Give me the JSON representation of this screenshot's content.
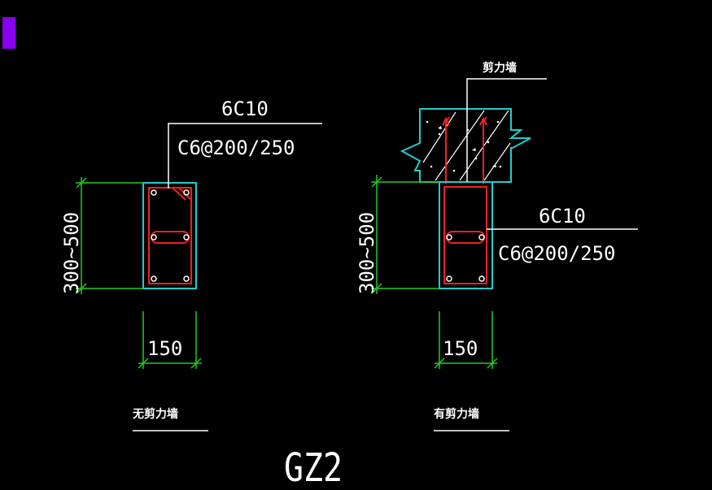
{
  "drawing": {
    "title": "GZ2",
    "colors": {
      "background": "#000000",
      "leader": "#ffffff",
      "dimension": "#22cc22",
      "concrete_outline": "#22cccc",
      "rebar": "#ee2222",
      "indicator": "#8800ee"
    },
    "left_detail": {
      "label": "无剪力墙",
      "rebar_main": "6C10",
      "rebar_stirrup": "C6@200/250",
      "dim_height": "300~500",
      "dim_width": "150"
    },
    "right_detail": {
      "label": "有剪力墙",
      "wall_label": "剪力墙",
      "rebar_main": "6C10",
      "rebar_stirrup": "C6@200/250",
      "dim_height": "300~500",
      "dim_width": "150"
    }
  }
}
